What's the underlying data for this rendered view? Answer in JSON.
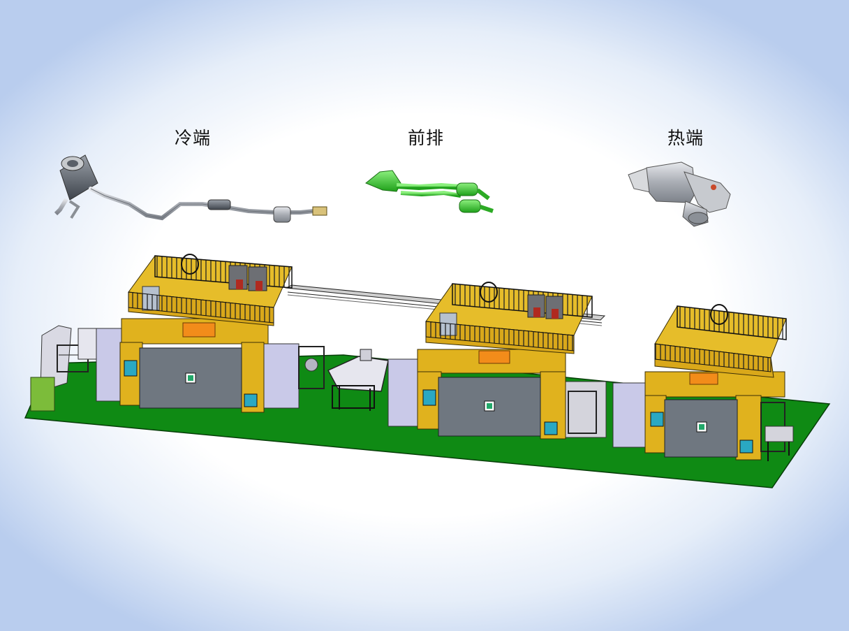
{
  "labels": {
    "cold_end": "冷端",
    "front_exhaust": "前排",
    "hot_end": "热端"
  },
  "colors": {
    "floor": "#0f8a14",
    "frame": "#e0b21e",
    "panel": "#6f7780",
    "enclosure": "#c9c9e8",
    "front_exhaust_part": "#35c42e",
    "exhaust_metal": "#b8bcc2"
  }
}
